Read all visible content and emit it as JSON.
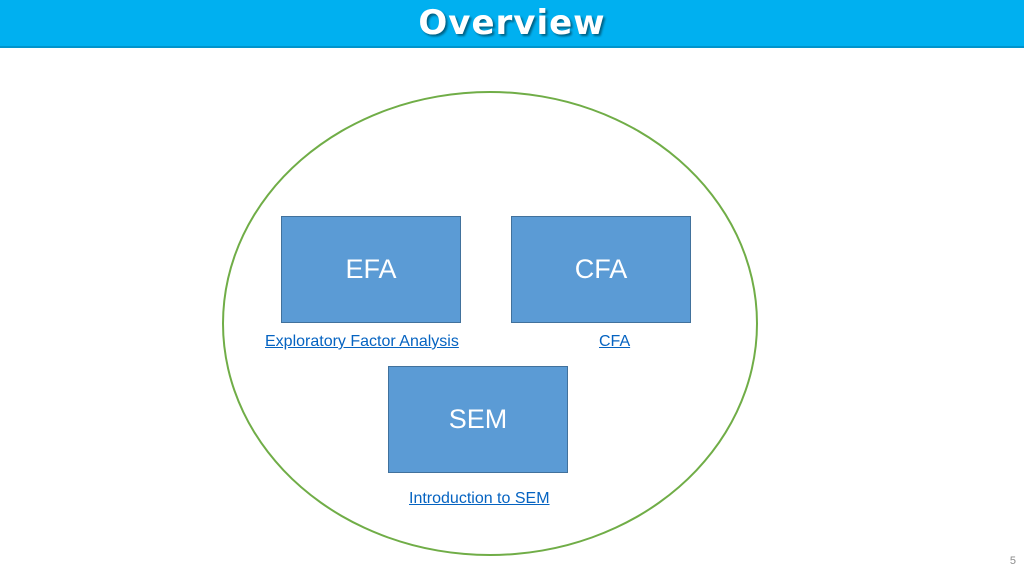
{
  "slide": {
    "title": "Overview",
    "page_number": "5"
  },
  "boxes": {
    "efa": "EFA",
    "cfa": "CFA",
    "sem": "SEM"
  },
  "links": {
    "efa": "Exploratory Factor Analysis",
    "cfa": "CFA",
    "sem": "Introduction to SEM"
  },
  "colors": {
    "title_bar": "#00b0f0",
    "box_fill": "#5b9bd5",
    "circle_outline": "#70ad47",
    "link": "#0563c1"
  }
}
